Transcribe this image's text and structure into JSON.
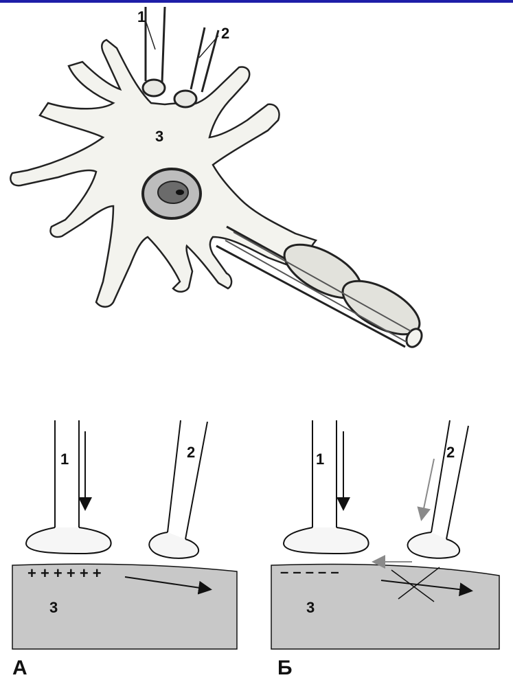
{
  "colors": {
    "top_bar": "#1f1fa8",
    "soma_fill": "#f3f3ee",
    "postsynaptic_fill": "#c8c8c8",
    "ink": "#111111",
    "inhibitory_arrow": "#8a8a8a"
  },
  "neuron": {
    "label_axon_1": "1",
    "label_axon_2": "2",
    "label_soma": "3"
  },
  "panel_a": {
    "panel_letter": "А",
    "label_axon_1": "1",
    "label_axon_2": "2",
    "label_cell": "3",
    "charge_signs": "+ + + + + +"
  },
  "panel_b": {
    "panel_letter": "Б",
    "label_axon_1": "1",
    "label_axon_2": "2",
    "label_cell": "3",
    "charge_signs": "– – – – –"
  }
}
